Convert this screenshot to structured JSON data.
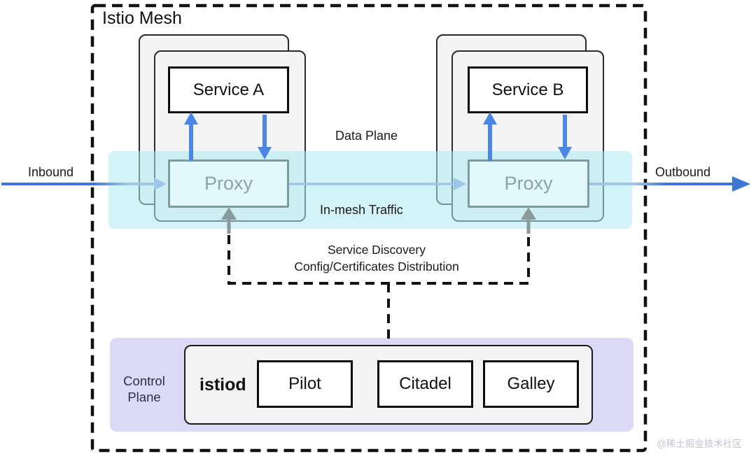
{
  "title": "Istio Mesh",
  "labels": {
    "data_plane": "Data Plane",
    "in_mesh_traffic": "In-mesh Traffic",
    "inbound": "Inbound",
    "outbound": "Outbound",
    "discovery_line1": "Service Discovery",
    "discovery_line2": "Config/Certificates Distribution",
    "control_plane": "Control Plane"
  },
  "nodes": {
    "service_a": "Service A",
    "service_b": "Service B",
    "proxy": "Proxy",
    "istiod": "istiod",
    "pilot": "Pilot",
    "citadel": "Citadel",
    "galley": "Galley"
  },
  "colors": {
    "mesh_border": "#111111",
    "traffic_band": "#d5f5f8",
    "control_plane_bg": "#dbd9f6",
    "pod_fill": "#f4f4f4",
    "proxy_fill": "#e3f8fa",
    "proxy_border": "#7d9c9f",
    "arrow_blue": "#4a86e8",
    "arrow_light_blue": "#9fc5e8",
    "arrow_dark_blue": "#3b77d3",
    "arrow_gray": "#8a9a9c"
  },
  "watermark": "@稀土掘金技术社区"
}
